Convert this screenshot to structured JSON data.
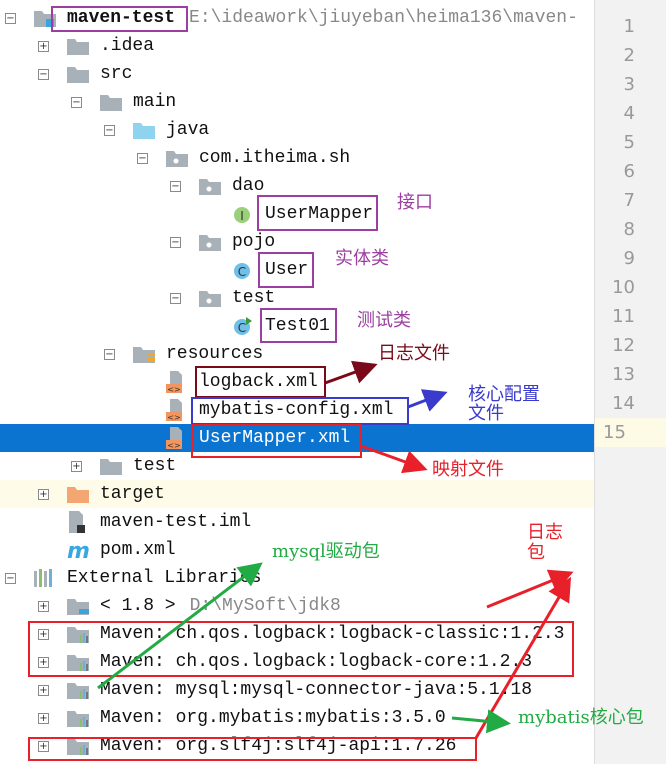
{
  "tree": [
    {
      "level": 0,
      "label": "maven-test",
      "path": "E:\\ideawork\\jiuyeban\\heima136\\maven-",
      "icon": "module-folder",
      "exp": "-",
      "bold": true
    },
    {
      "level": 1,
      "label": ".idea",
      "icon": "folder",
      "exp": "+"
    },
    {
      "level": 1,
      "label": "src",
      "icon": "folder",
      "exp": "-"
    },
    {
      "level": 2,
      "label": "main",
      "icon": "folder",
      "exp": "-"
    },
    {
      "level": 3,
      "label": "java",
      "icon": "source-folder",
      "exp": "-"
    },
    {
      "level": 4,
      "label": "com.itheima.sh",
      "icon": "package",
      "exp": "-"
    },
    {
      "level": 5,
      "label": "dao",
      "icon": "package",
      "exp": "-"
    },
    {
      "level": 6,
      "label": "UserMapper",
      "icon": "interface"
    },
    {
      "level": 5,
      "label": "pojo",
      "icon": "package",
      "exp": "-"
    },
    {
      "level": 6,
      "label": "User",
      "icon": "class"
    },
    {
      "level": 5,
      "label": "test",
      "icon": "package",
      "exp": "-"
    },
    {
      "level": 6,
      "label": "Test01",
      "icon": "class-runnable"
    },
    {
      "level": 3,
      "label": "resources",
      "icon": "resources-folder",
      "exp": "-"
    },
    {
      "level": 4,
      "label": "logback.xml",
      "icon": "xml-file"
    },
    {
      "level": 4,
      "label": "mybatis-config.xml",
      "icon": "xml-file"
    },
    {
      "level": 4,
      "label": "UserMapper.xml",
      "icon": "xml-file",
      "selected": true
    },
    {
      "level": 2,
      "label": "test",
      "icon": "folder",
      "exp": "+"
    },
    {
      "level": 1,
      "label": "target",
      "icon": "excluded-folder",
      "exp": "+",
      "highlight": true
    },
    {
      "level": 1,
      "label": "maven-test.iml",
      "icon": "iml-file"
    },
    {
      "level": 1,
      "label": "pom.xml",
      "icon": "maven-file"
    },
    {
      "level": 0,
      "label": "External Libraries",
      "icon": "libraries",
      "exp": "-"
    },
    {
      "level": 1,
      "label": "< 1.8 >",
      "path": "D:\\MySoft\\jdk8",
      "icon": "jdk",
      "exp": "+"
    },
    {
      "level": 1,
      "label": "Maven: ch.qos.logback:logback-classic:1.2.3",
      "icon": "library",
      "exp": "+"
    },
    {
      "level": 1,
      "label": "Maven: ch.qos.logback:logback-core:1.2.3",
      "icon": "library",
      "exp": "+"
    },
    {
      "level": 1,
      "label": "Maven: mysql:mysql-connector-java:5.1.18",
      "icon": "library",
      "exp": "+"
    },
    {
      "level": 1,
      "label": "Maven: org.mybatis:mybatis:3.5.0",
      "icon": "library",
      "exp": "+"
    },
    {
      "level": 1,
      "label": "Maven: org.slf4j:slf4j-api:1.7.26",
      "icon": "library",
      "exp": "+"
    }
  ],
  "line_numbers": [
    "1",
    "2",
    "3",
    "4",
    "5",
    "6",
    "7",
    "8",
    "9",
    "10",
    "11",
    "12",
    "13",
    "14",
    "15"
  ],
  "current_line": "15",
  "annotations": {
    "interface": "接口",
    "entity": "实体类",
    "test_class": "测试类",
    "log_file": "日志文件",
    "core_config_1": "核心配置",
    "core_config_2": "文件",
    "mapping_file": "映射文件",
    "mysql_driver": "mysql驱动包",
    "log_pkg_1": "日志",
    "log_pkg_2": "包",
    "mybatis_core": "mybatis核心包"
  },
  "colors": {
    "selection": "#0a74d0",
    "purple": "#9b3fa0",
    "dark_red": "#7a0a1a",
    "blue": "#3a3acc",
    "red": "#e8202a",
    "green": "#22aa44"
  }
}
